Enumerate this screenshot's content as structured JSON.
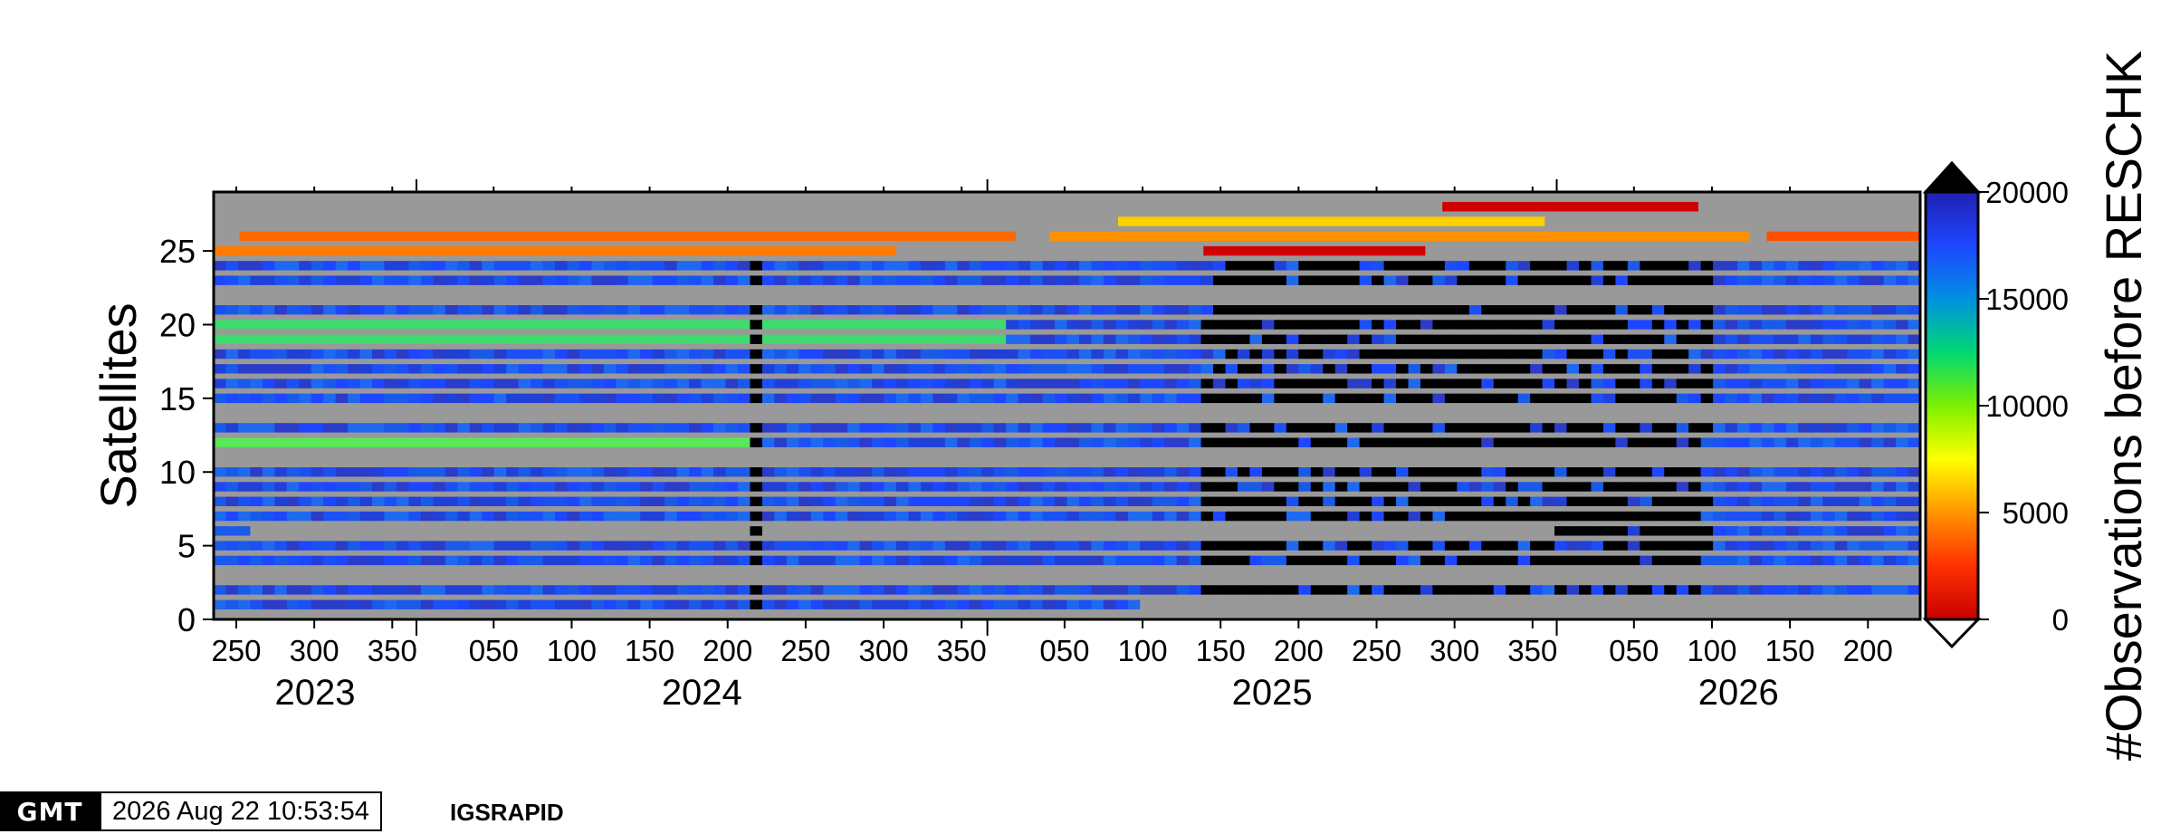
{
  "chart_data": {
    "type": "heatmap",
    "title": "",
    "xlabel": "",
    "ylabel": "Satellites",
    "x_range_doy": [
      236,
      233
    ],
    "x_years": [
      {
        "label": "2023",
        "start_doy": 236,
        "end_doy": 365
      },
      {
        "label": "2024",
        "start_doy": 1,
        "end_doy": 366
      },
      {
        "label": "2025",
        "start_doy": 1,
        "end_doy": 365
      },
      {
        "label": "2026",
        "start_doy": 1,
        "end_doy": 233
      }
    ],
    "x_tick_labels": [
      "250",
      "300",
      "350",
      "050",
      "100",
      "150",
      "200",
      "250",
      "300",
      "350",
      "050",
      "100",
      "150",
      "200",
      "250",
      "300",
      "350",
      "050",
      "100",
      "150",
      "200"
    ],
    "x_tick_dates": [
      {
        "year": 2023,
        "doy": 250
      },
      {
        "year": 2023,
        "doy": 300
      },
      {
        "year": 2023,
        "doy": 350
      },
      {
        "year": 2024,
        "doy": 50
      },
      {
        "year": 2024,
        "doy": 100
      },
      {
        "year": 2024,
        "doy": 150
      },
      {
        "year": 2024,
        "doy": 200
      },
      {
        "year": 2024,
        "doy": 250
      },
      {
        "year": 2024,
        "doy": 300
      },
      {
        "year": 2024,
        "doy": 350
      },
      {
        "year": 2025,
        "doy": 50
      },
      {
        "year": 2025,
        "doy": 100
      },
      {
        "year": 2025,
        "doy": 150
      },
      {
        "year": 2025,
        "doy": 200
      },
      {
        "year": 2025,
        "doy": 250
      },
      {
        "year": 2025,
        "doy": 300
      },
      {
        "year": 2025,
        "doy": 350
      },
      {
        "year": 2026,
        "doy": 50
      },
      {
        "year": 2026,
        "doy": 100
      },
      {
        "year": 2026,
        "doy": 150
      },
      {
        "year": 2026,
        "doy": 200
      }
    ],
    "y_tick_labels": [
      "0",
      "5",
      "10",
      "15",
      "20",
      "25"
    ],
    "ylim": [
      0,
      29
    ],
    "satellites_blank": [
      3,
      11,
      14,
      22
    ],
    "colorbar": {
      "label": "#Observations before RESCHK",
      "range": [
        0,
        20000
      ],
      "tick_labels": [
        "0",
        "5000",
        "10000",
        "15000",
        "20000"
      ],
      "stops": [
        "#c80000",
        "#ff3000",
        "#ff9400",
        "#ffff00",
        "#7cf000",
        "#00d873",
        "#0090e0",
        "#1e46ff",
        "#2020b0"
      ],
      "triangle_top": "black",
      "triangle_bottom": "white"
    },
    "colors": {
      "nodata": "#999999",
      "missing": "#000000",
      "frame": "#000000"
    }
  },
  "footer": {
    "logo": "GMT",
    "timestamp": "2026 Aug 22 10:53:54",
    "label": "IGSRAPID"
  }
}
